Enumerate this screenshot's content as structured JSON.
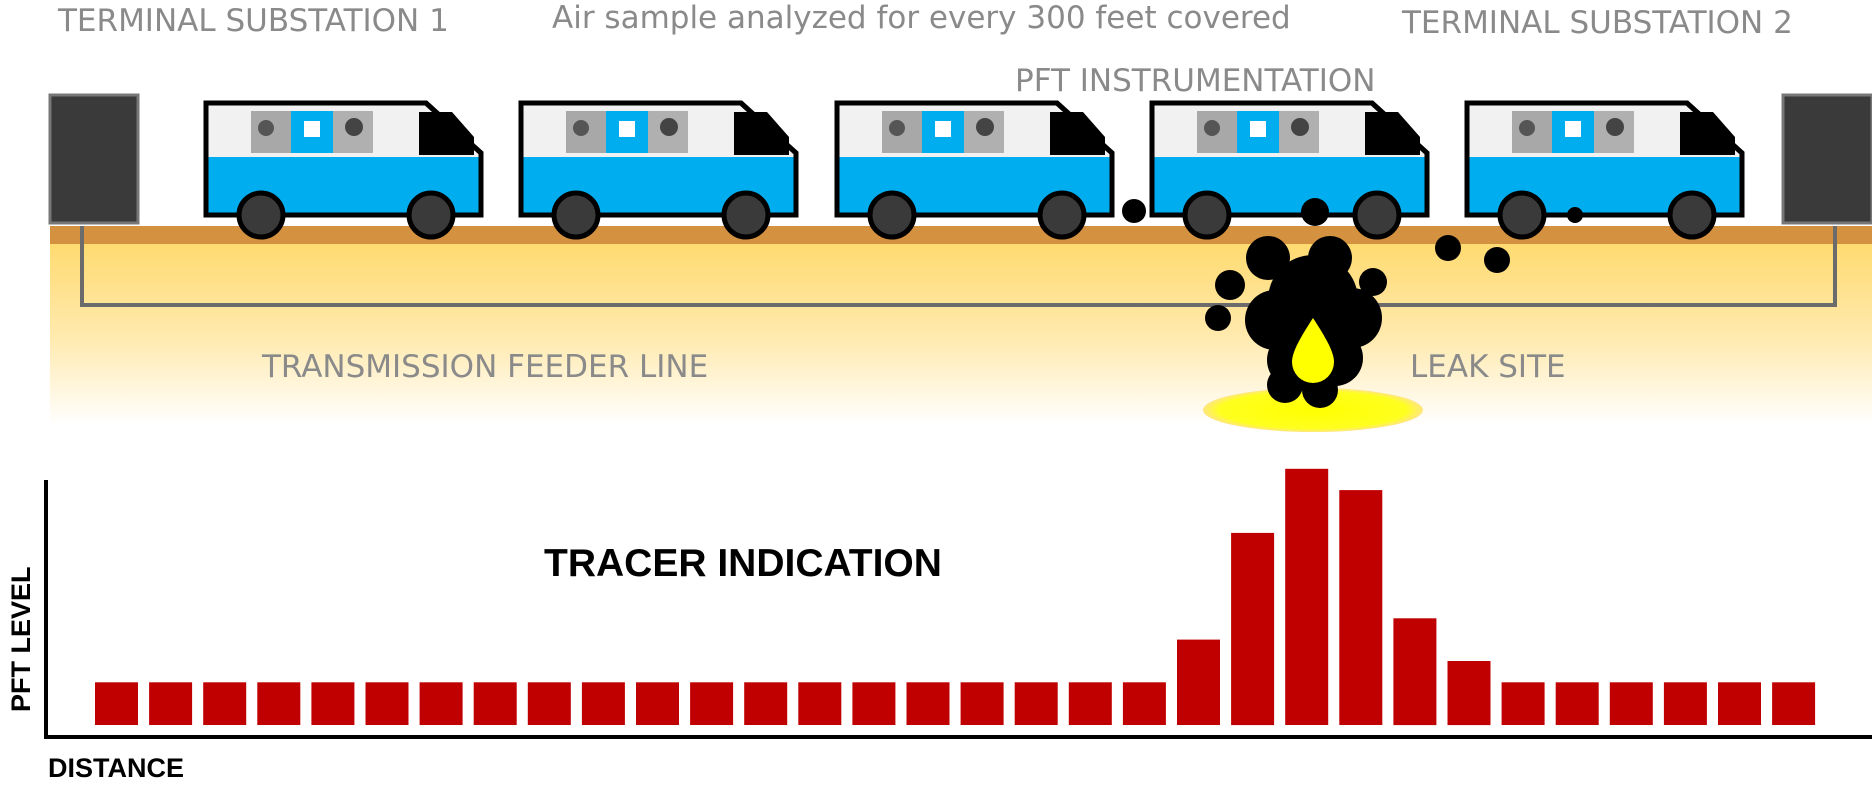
{
  "labels": {
    "substation_1": "TERMINAL SUBSTATION 1",
    "substation_2": "TERMINAL SUBSTATION 2",
    "air_sample_note": "Air sample analyzed for every 300 feet covered",
    "pft_instrumentation": "PFT INSTRUMENTATION",
    "feeder_line": "TRANSMISSION FEEDER LINE",
    "leak_site": "LEAK SITE"
  },
  "colors": {
    "van_body": "#00aeef",
    "bar": "#c00000",
    "substation": "#3a3a3a",
    "ground_top": "#d4913f",
    "soil_gradient_top": "#ffd96a",
    "leak_pool": "#ffff00"
  },
  "chart_data": {
    "type": "bar",
    "title": "TRACER INDICATION",
    "xlabel": "DISTANCE",
    "ylabel": "PFT LEVEL",
    "values": [
      1,
      1,
      1,
      1,
      1,
      1,
      1,
      1,
      1,
      1,
      1,
      1,
      1,
      1,
      1,
      1,
      1,
      1,
      1,
      1,
      2,
      4.5,
      6,
      5.5,
      2.5,
      1.5,
      1,
      1,
      1,
      1,
      1,
      1
    ],
    "ylim": [
      0,
      6.2
    ]
  }
}
